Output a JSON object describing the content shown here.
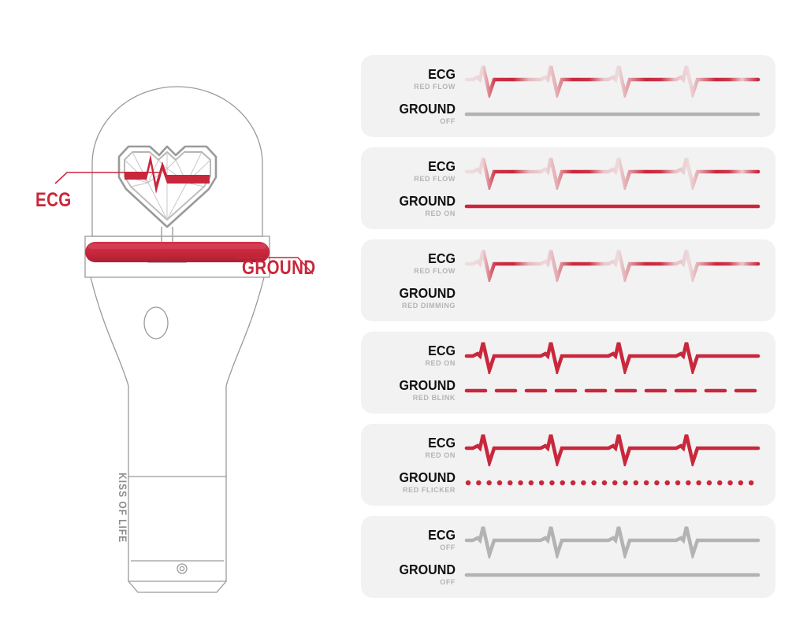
{
  "illustration": {
    "product_name": "KISS OF LIFE",
    "callouts": [
      {
        "id": "ecg",
        "label": "ECG"
      },
      {
        "id": "ground",
        "label": "GROUND"
      }
    ],
    "colors": {
      "brand_red": "#c9273c",
      "outline_gray": "#9a9a9a",
      "brand_text_gray": "#8d8d8d"
    }
  },
  "legend": {
    "colors": {
      "card_bg": "#f2f2f2",
      "label_dark": "#111111",
      "label_sub_gray": "#b4b4b4",
      "red": "#c9273c",
      "gray_off": "#b3b3b3"
    }
  },
  "modes": [
    {
      "id": "mode-1",
      "ecg": {
        "label": "ECG",
        "state": "RED FLOW",
        "style": "ecg-red-flow",
        "color": "#c9273c"
      },
      "ground": {
        "label": "GROUND",
        "state": "OFF",
        "style": "line-solid",
        "color": "#b3b3b3"
      }
    },
    {
      "id": "mode-2",
      "ecg": {
        "label": "ECG",
        "state": "RED FLOW",
        "style": "ecg-red-flow",
        "color": "#c9273c"
      },
      "ground": {
        "label": "GROUND",
        "state": "RED ON",
        "style": "line-solid",
        "color": "#c9273c"
      }
    },
    {
      "id": "mode-3",
      "ecg": {
        "label": "ECG",
        "state": "RED FLOW",
        "style": "ecg-red-flow",
        "color": "#c9273c"
      },
      "ground": {
        "label": "GROUND",
        "state": "RED DIMMING",
        "style": "line-gradient",
        "color": "#c9273c"
      }
    },
    {
      "id": "mode-4",
      "ecg": {
        "label": "ECG",
        "state": "RED ON",
        "style": "ecg-solid",
        "color": "#c9273c"
      },
      "ground": {
        "label": "GROUND",
        "state": "RED BLINK",
        "style": "line-dashed",
        "color": "#c9273c"
      }
    },
    {
      "id": "mode-5",
      "ecg": {
        "label": "ECG",
        "state": "RED ON",
        "style": "ecg-solid",
        "color": "#c9273c"
      },
      "ground": {
        "label": "GROUND",
        "state": "RED FLICKER",
        "style": "line-dotted",
        "color": "#c9273c"
      }
    },
    {
      "id": "mode-6",
      "ecg": {
        "label": "ECG",
        "state": "OFF",
        "style": "ecg-solid",
        "color": "#b3b3b3"
      },
      "ground": {
        "label": "GROUND",
        "state": "OFF",
        "style": "line-solid",
        "color": "#b3b3b3"
      }
    }
  ]
}
